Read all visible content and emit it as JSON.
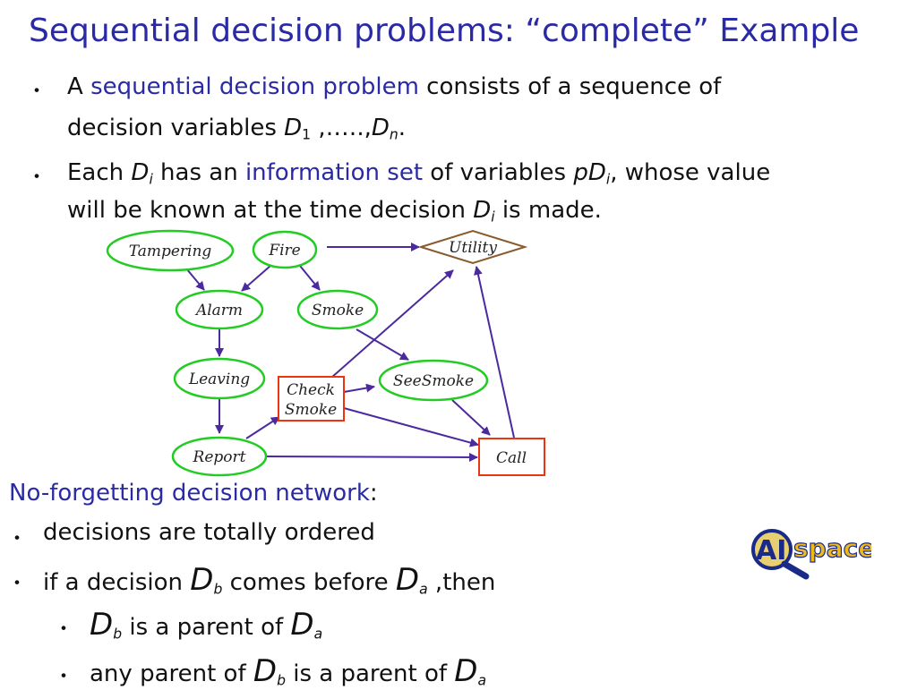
{
  "title": "Sequential decision problems: “complete” Example",
  "bullets": {
    "b1_pre": "A ",
    "b1_term": "sequential decision problem",
    "b1_post": " consists of a sequence of",
    "b1_line2": "decision variables ",
    "b1_D": "D",
    "b1_sub1": "1",
    "b1_mid": " ,‥‥.,",
    "b1_Dn": "D",
    "b1_subn": "n",
    "b1_end": ".",
    "b2_pre": "Each ",
    "b2_D": "D",
    "b2_sub": "i",
    "b2_mid": " has an ",
    "b2_term": "information set",
    "b2_post1": " of variables ",
    "b2_pD": "pD",
    "b2_subi": "i",
    "b2_post2": ", whose value",
    "b2_line2": "will be known at the time decision ",
    "b2_D2": "D",
    "b2_sub2": "i",
    "b2_end": " is made."
  },
  "diagram": {
    "nodes": {
      "tampering": "Tampering",
      "fire": "Fire",
      "utility": "Utility",
      "alarm": "Alarm",
      "smoke": "Smoke",
      "leaving": "Leaving",
      "check1": "Check",
      "check2": "Smoke",
      "seesmoke": "SeeSmoke",
      "report": "Report",
      "call": "Call"
    },
    "colors": {
      "chance": "#22cc22",
      "decision": "#ee3311",
      "utility": "#8b5a2b",
      "arrow": "#4b2aa0"
    }
  },
  "nofor": {
    "heading": "No-forgetting decision network",
    "colon": ":",
    "i1": "decisions are totally ordered",
    "i2_pre": "if a decision ",
    "i2_Db": "D",
    "i2_b": "b",
    "i2_mid": " comes before ",
    "i2_Da": "D",
    "i2_a": "a",
    "i2_post": " ,then",
    "s1_Db": "D",
    "s1_b": "b",
    "s1_mid": " is a parent of ",
    "s1_Da": "D",
    "s1_a": "a",
    "s2_pre": "any parent of ",
    "s2_Db": "D",
    "s2_b": "b",
    "s2_mid": " is a parent of ",
    "s2_Da": "D",
    "s2_a": "a"
  },
  "logo": {
    "ai": "AI",
    "space": "space"
  },
  "bullet_glyph": "・"
}
